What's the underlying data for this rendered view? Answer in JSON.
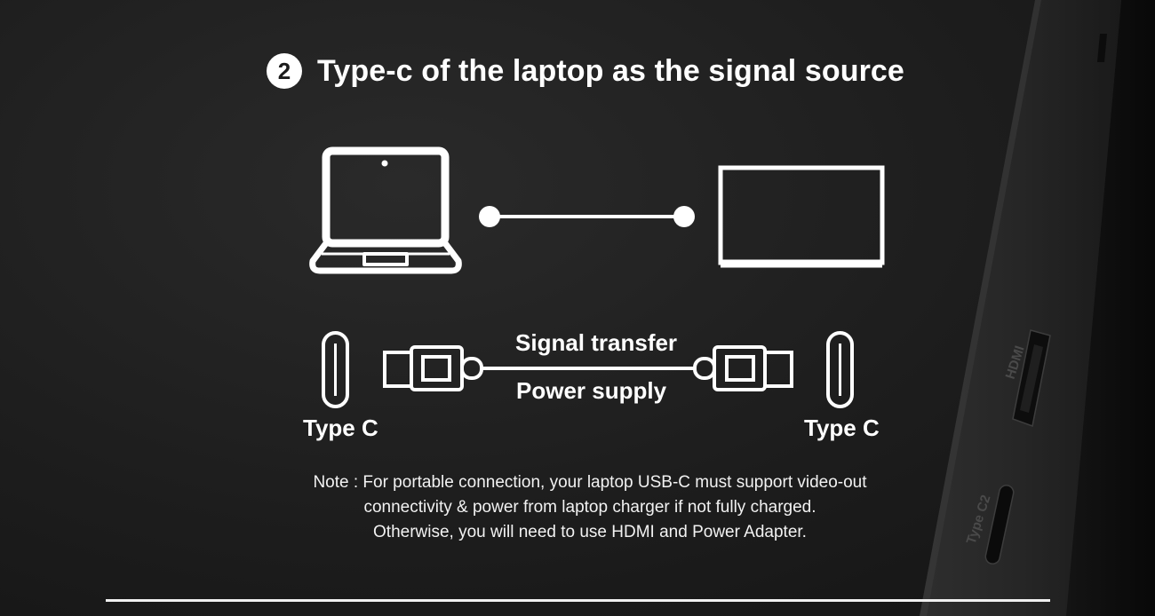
{
  "title": {
    "step_number": "2",
    "text": "Type-c of the laptop as the signal source"
  },
  "diagram": {
    "source_icon": "laptop-icon",
    "target_icon": "monitor-icon",
    "link_icon": "connection-line-icon",
    "cable": {
      "top_label": "Signal transfer",
      "bottom_label": "Power supply",
      "left_port_label": "Type C",
      "right_port_label": "Type C"
    }
  },
  "device_ports": {
    "hdmi_label": "HDMI",
    "typec_label": "Type C2"
  },
  "note": {
    "line1": "Note : For portable connection, your laptop USB-C must support video-out",
    "line2": "connectivity & power from laptop charger if not fully charged.",
    "line3": "Otherwise, you will need to use HDMI and Power Adapter."
  },
  "colors": {
    "background": "#1b1b1b",
    "foreground": "#ffffff",
    "device_edge": "#2c2c2c"
  }
}
